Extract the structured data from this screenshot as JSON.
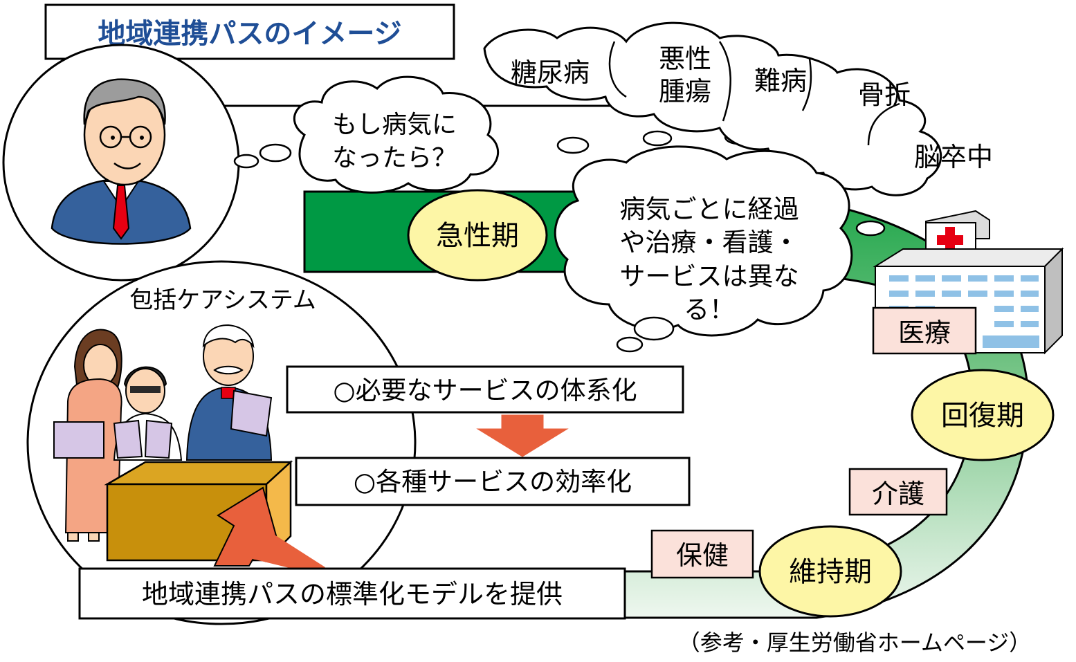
{
  "title": "地域連携パスのイメージ",
  "worry_bubble": [
    "もし病気に",
    "なったら？"
  ],
  "diseases": [
    "糖尿病",
    "悪性",
    "腫瘍",
    "難病",
    "骨折",
    "脳卒中"
  ],
  "insight_bubble": [
    "病気ごとに経過",
    "や治療・看護・",
    "サービスは異な",
    "る！"
  ],
  "phases": {
    "acute": "急性期",
    "recovery": "回復期",
    "maintenance": "維持期"
  },
  "services": {
    "medical": "医療",
    "care": "介護",
    "health": "保健"
  },
  "system_label": "包括ケアシステム",
  "boxes": {
    "systematize": "○必要なサービスの体系化",
    "efficiency": "○各種サービスの効率化"
  },
  "provide_label": "地域連携パスの標準化モデルを提供",
  "source": "（参考・厚生労働省ホームページ）",
  "colors": {
    "title_text": "#1f4e96",
    "band_green": "#009944",
    "ellipse_yellow": "#fdf6a6",
    "arrow_orange": "#e8603c",
    "tag_pink": "#fbe1da",
    "desk_gold": "#c8900c",
    "hospital_cross": "#e60012",
    "suit_blue": "#35619c"
  }
}
